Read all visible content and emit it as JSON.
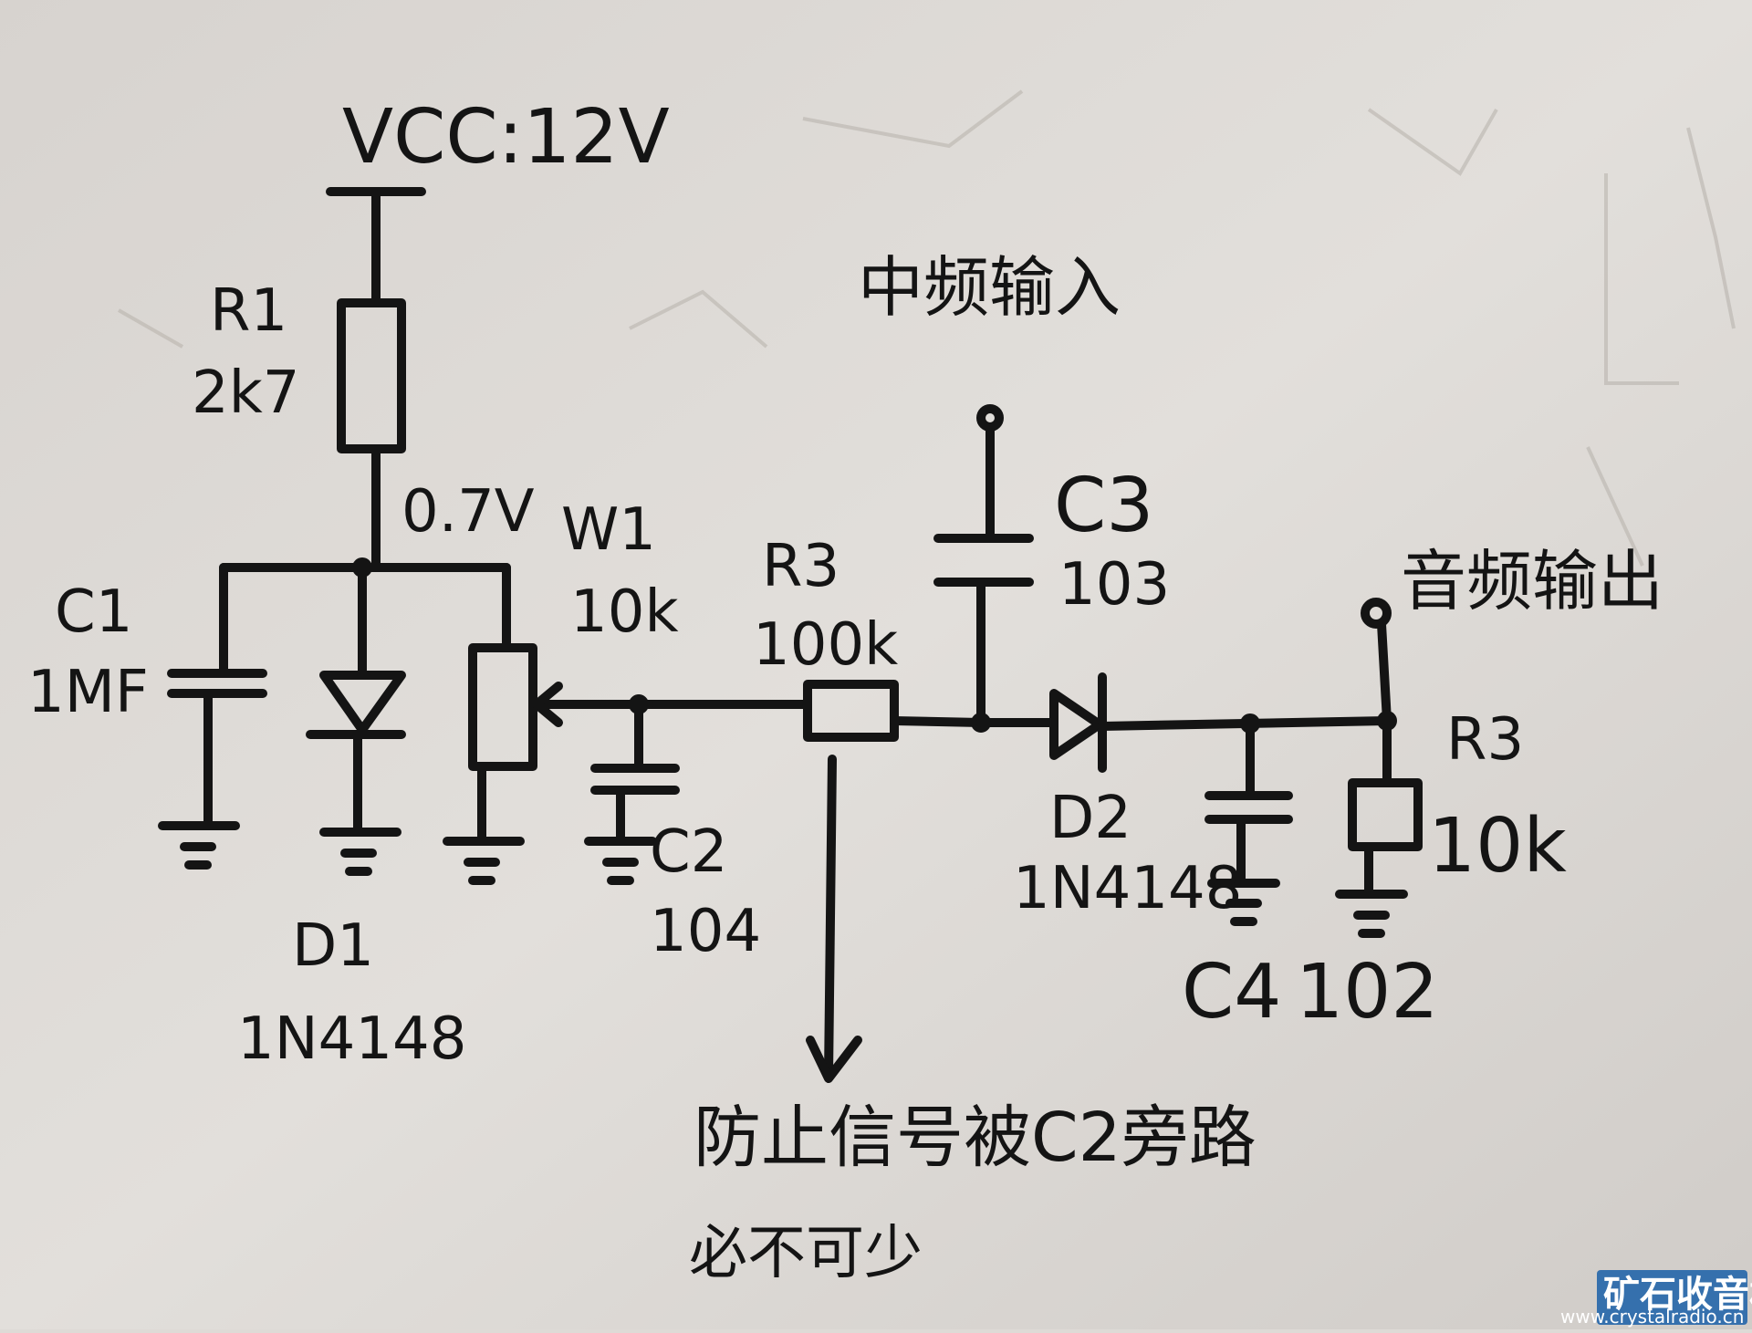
{
  "power": {
    "label": "VCC:12V"
  },
  "bias_voltage": "0.7V",
  "components": {
    "R1": {
      "name": "R1",
      "value": "2k7"
    },
    "C1": {
      "name": "C1",
      "value": "1MF"
    },
    "D1": {
      "name": "D1",
      "value": "1N4148"
    },
    "W1": {
      "name": "W1",
      "value": "10k"
    },
    "C2": {
      "name": "C2",
      "value": "104"
    },
    "R3_series": {
      "name": "R3",
      "value": "100k"
    },
    "C3": {
      "name": "C3",
      "value": "103"
    },
    "D2": {
      "name": "D2",
      "value": "1N4148"
    },
    "C4": {
      "name": "C4",
      "value": "102"
    },
    "R3_load": {
      "name": "R3",
      "value": "10k"
    }
  },
  "ports": {
    "if_input": "中频输入",
    "audio_output": "音频输出"
  },
  "annotation": {
    "note": "防止信号被C2旁路",
    "emphasis": "必不可少"
  },
  "watermark": {
    "site_name": "矿石收音机",
    "url": "www.crystalradio.cn",
    "color": "#1a5fa8"
  },
  "colors": {
    "ink": "#141414",
    "paper": "#dedad6"
  }
}
